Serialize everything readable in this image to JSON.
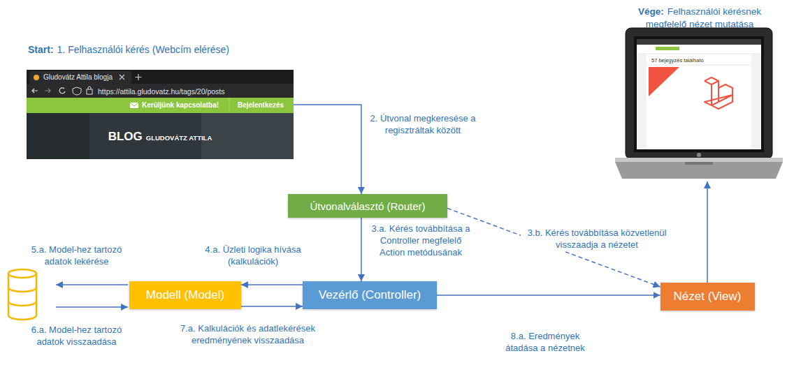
{
  "diagram": {
    "nodes": [
      {
        "text": [
          "Gludovátz Attila blogja",
          "https://attila.gludovatz.hu/tags/20/posts",
          "Kerüljünk kapcsolatba!",
          "Bejelentkezés",
          "BLOG",
          "GLUDOVÁTZ ATTILA"
        ]
      },
      {
        "text": [
          "Útvonalválasztó (Router)"
        ]
      },
      {
        "text": [
          "Modell (Model)"
        ]
      },
      {
        "text": [
          "Vezérlő (Controller)"
        ]
      },
      {
        "text": [
          "Nézet (View)"
        ]
      },
      {
        "text": [
          "57 bejegyzés található"
        ]
      }
    ],
    "edges": [
      {
        "from": 0,
        "to": 1,
        "arrow": "to",
        "label": "2. Útvonal megkeresése a regisztráltak között"
      },
      {
        "from": 1,
        "to": 3,
        "arrow": "to",
        "label": "3.a. Kérés továbbítása a Controller megfelelő Action metódusának"
      },
      {
        "from": 1,
        "to": 4,
        "arrow": "to",
        "label": "3.b. Kérés továbbítása közvetlenül visszaadja a nézetet"
      },
      {
        "from": 3,
        "to": 2,
        "arrow": "to",
        "label": "4.a. Üzleti logika hívása (kalkulációk)"
      },
      {
        "from": 2,
        "to": 3,
        "arrow": "to",
        "label": "7.a. Kalkulációk és adatlekérések eredményének visszaadása"
      },
      {
        "from": 3,
        "to": 4,
        "arrow": "to",
        "label": "8.a. Eredmények átadása a nézetnek"
      },
      {
        "from": 4,
        "to": 5,
        "arrow": "to"
      }
    ],
    "labels": [
      "Start:",
      "1. Felhasználói kérés (Webcím elérése)",
      "Vége:",
      "Felhasználói kérésnek megfelelő nézet mutatása",
      "5.a. Model-hez tartozó adatok lekérése",
      "6.a. Model-hez tartozó adatok visszaadása"
    ]
  }
}
